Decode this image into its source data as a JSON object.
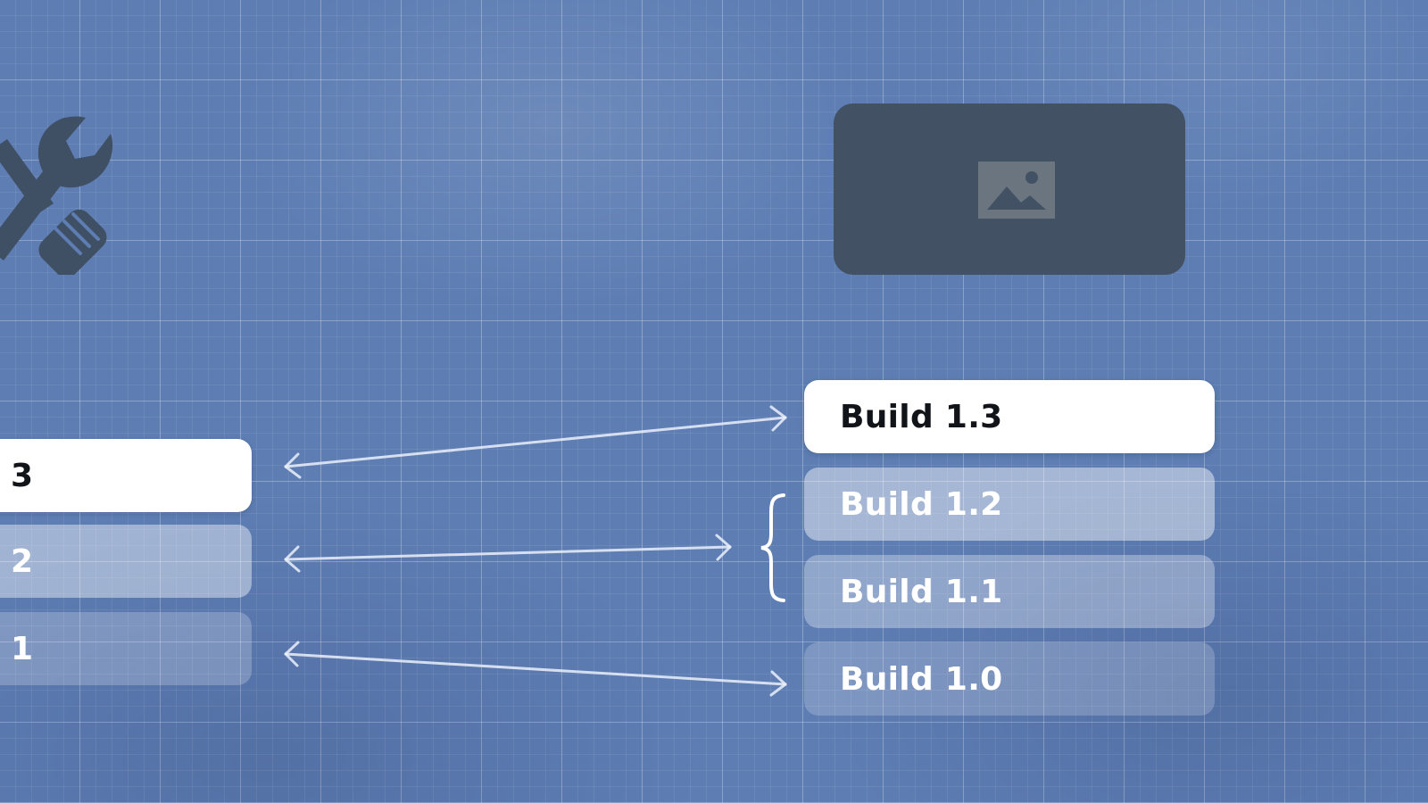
{
  "icons": {
    "tools": "wrench-screwdriver-icon",
    "image_placeholder": "image-icon"
  },
  "colors": {
    "background": "#5d7db3",
    "panel": "#425264",
    "active_box": "#ffffff",
    "text_dark": "#111418",
    "text_light": "#ffffff"
  },
  "left_versions": [
    {
      "label": "3",
      "state": "active"
    },
    {
      "label": "2",
      "state": "faded"
    },
    {
      "label": "1",
      "state": "faded"
    }
  ],
  "builds": [
    {
      "label": "Build 1.3",
      "state": "active"
    },
    {
      "label": "Build 1.2",
      "state": "faded"
    },
    {
      "label": "Build 1.1",
      "state": "faded"
    },
    {
      "label": "Build 1.0",
      "state": "faded"
    }
  ],
  "mappings": [
    {
      "version": "3",
      "builds": [
        "Build 1.3"
      ]
    },
    {
      "version": "2",
      "builds": [
        "Build 1.2",
        "Build 1.1"
      ]
    },
    {
      "version": "1",
      "builds": [
        "Build 1.0"
      ]
    }
  ]
}
